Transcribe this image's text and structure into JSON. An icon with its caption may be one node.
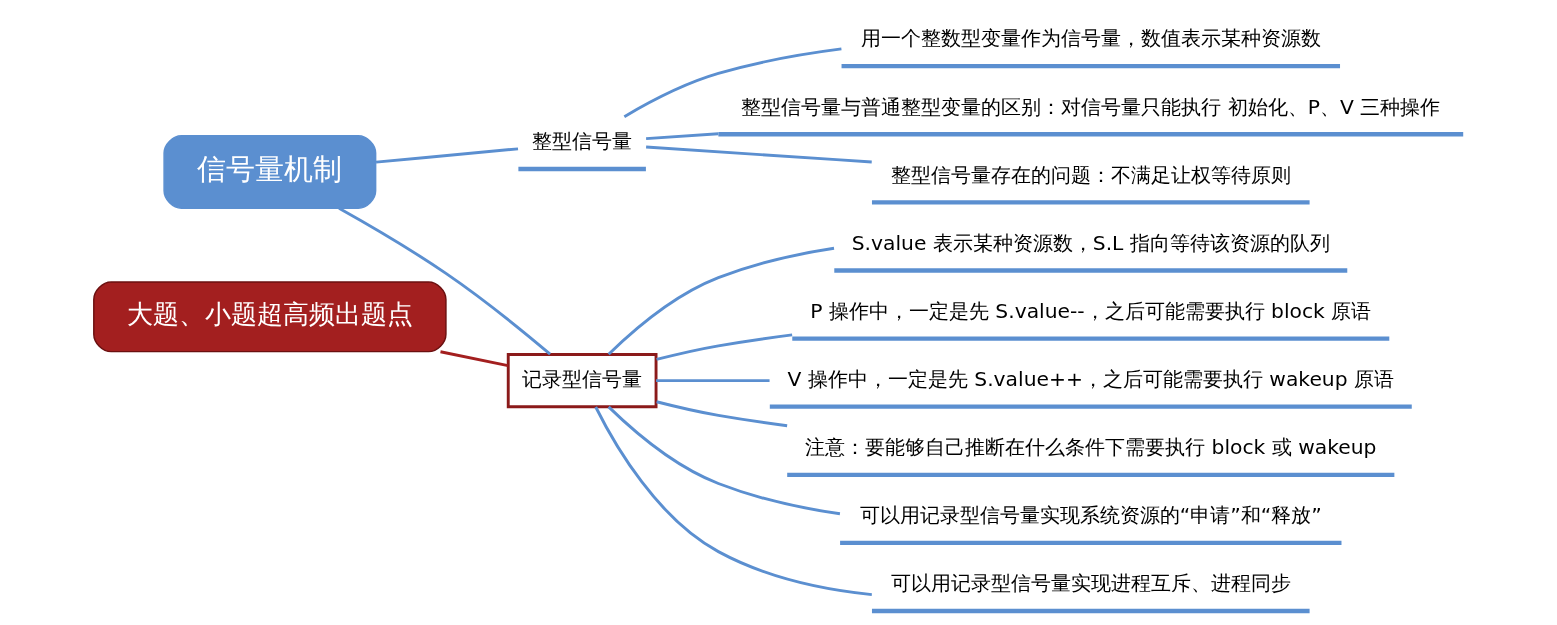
{
  "diagram": {
    "nodes": [
      {
        "text": [
          "信号量机制"
        ]
      },
      {
        "text": [
          "整型信号量"
        ]
      },
      {
        "text": [
          "记录型信号量"
        ]
      },
      {
        "text": [
          "用一个整数型变量作为信号量，数值表示某种资源数"
        ]
      },
      {
        "text": [
          "整型信号量与普通整型变量的区别：对信号量只能执行 初始化、P、V 三种操作"
        ]
      },
      {
        "text": [
          "整型信号量存在的问题：不满足让权等待原则"
        ]
      },
      {
        "text": [
          "S.value 表示某种资源数，S.L 指向等待该资源的队列"
        ]
      },
      {
        "text": [
          "P 操作中，一定是先 S.value--，之后可能需要执行 block 原语"
        ]
      },
      {
        "text": [
          "V 操作中，一定是先 S.value++，之后可能需要执行 wakeup 原语"
        ]
      },
      {
        "text": [
          "注意：要能够自己推断在什么条件下需要执行 block 或 wakeup"
        ]
      },
      {
        "text": [
          "可以用记录型信号量实现系统资源的“申请”和“释放”"
        ]
      },
      {
        "text": [
          "可以用记录型信号量实现进程互斥、进程同步"
        ]
      },
      {
        "text": [
          "大题、小题超高频出题点"
        ]
      }
    ],
    "edges": [
      {
        "from": 0,
        "to": 1,
        "arrow": "none"
      },
      {
        "from": 0,
        "to": 2,
        "arrow": "none"
      },
      {
        "from": 1,
        "to": 3,
        "arrow": "none"
      },
      {
        "from": 1,
        "to": 4,
        "arrow": "none"
      },
      {
        "from": 1,
        "to": 5,
        "arrow": "none"
      },
      {
        "from": 2,
        "to": 6,
        "arrow": "none"
      },
      {
        "from": 2,
        "to": 7,
        "arrow": "none"
      },
      {
        "from": 2,
        "to": 8,
        "arrow": "none"
      },
      {
        "from": 2,
        "to": 9,
        "arrow": "none"
      },
      {
        "from": 2,
        "to": 10,
        "arrow": "none"
      },
      {
        "from": 2,
        "to": 11,
        "arrow": "none"
      },
      {
        "from": 12,
        "to": 2,
        "arrow": "none",
        "color": "#a31f1f"
      }
    ]
  }
}
